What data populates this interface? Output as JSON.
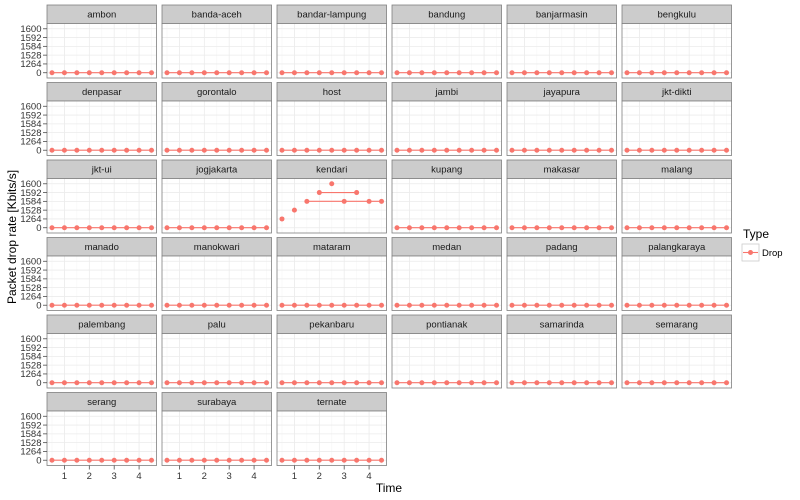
{
  "chart_data": {
    "type": "line",
    "markers": true,
    "xlabel": "Time",
    "ylabel": "Packet drop rate [Kbits/s]",
    "x": [
      0.5,
      1,
      1.5,
      2,
      2.5,
      3,
      3.5,
      4,
      4.5
    ],
    "x_ticks": [
      1,
      2,
      3,
      4
    ],
    "xlim": [
      0.5,
      4.5
    ],
    "y_scale": "discrete",
    "y_levels": [
      0,
      1264,
      1528,
      1584,
      1592,
      1600
    ],
    "grid": true,
    "legend": {
      "title": "Type",
      "position": "right"
    },
    "series": [
      {
        "name": "Drop",
        "color": "#F8766D"
      }
    ],
    "facets": [
      {
        "name": "ambon",
        "values": [
          0,
          0,
          0,
          0,
          0,
          0,
          0,
          0,
          0
        ]
      },
      {
        "name": "banda-aceh",
        "values": [
          0,
          0,
          0,
          0,
          0,
          0,
          0,
          0,
          0
        ]
      },
      {
        "name": "bandar-lampung",
        "values": [
          0,
          0,
          0,
          0,
          0,
          0,
          0,
          0,
          0
        ]
      },
      {
        "name": "bandung",
        "values": [
          0,
          0,
          0,
          0,
          0,
          0,
          0,
          0,
          0
        ]
      },
      {
        "name": "banjarmasin",
        "values": [
          0,
          0,
          0,
          0,
          0,
          0,
          0,
          0,
          0
        ]
      },
      {
        "name": "bengkulu",
        "values": [
          0,
          0,
          0,
          0,
          0,
          0,
          0,
          0,
          0
        ]
      },
      {
        "name": "denpasar",
        "values": [
          0,
          0,
          0,
          0,
          0,
          0,
          0,
          0,
          0
        ]
      },
      {
        "name": "gorontalo",
        "values": [
          0,
          0,
          0,
          0,
          0,
          0,
          0,
          0,
          0
        ]
      },
      {
        "name": "host",
        "values": [
          0,
          0,
          0,
          0,
          0,
          0,
          0,
          0,
          0
        ]
      },
      {
        "name": "jambi",
        "values": [
          0,
          0,
          0,
          0,
          0,
          0,
          0,
          0,
          0
        ]
      },
      {
        "name": "jayapura",
        "values": [
          0,
          0,
          0,
          0,
          0,
          0,
          0,
          0,
          0
        ]
      },
      {
        "name": "jkt-dikti",
        "values": [
          0,
          0,
          0,
          0,
          0,
          0,
          0,
          0,
          0
        ]
      },
      {
        "name": "jkt-ui",
        "values": [
          0,
          0,
          0,
          0,
          0,
          0,
          0,
          0,
          0
        ]
      },
      {
        "name": "jogjakarta",
        "values": [
          0,
          0,
          0,
          0,
          0,
          0,
          0,
          0,
          0
        ]
      },
      {
        "name": "kendari",
        "values": [
          1264,
          1528,
          1584,
          1592,
          1600,
          1584,
          1592,
          1584,
          1584
        ]
      },
      {
        "name": "kupang",
        "values": [
          0,
          0,
          0,
          0,
          0,
          0,
          0,
          0,
          0
        ]
      },
      {
        "name": "makasar",
        "values": [
          0,
          0,
          0,
          0,
          0,
          0,
          0,
          0,
          0
        ]
      },
      {
        "name": "malang",
        "values": [
          0,
          0,
          0,
          0,
          0,
          0,
          0,
          0,
          0
        ]
      },
      {
        "name": "manado",
        "values": [
          0,
          0,
          0,
          0,
          0,
          0,
          0,
          0,
          0
        ]
      },
      {
        "name": "manokwari",
        "values": [
          0,
          0,
          0,
          0,
          0,
          0,
          0,
          0,
          0
        ]
      },
      {
        "name": "mataram",
        "values": [
          0,
          0,
          0,
          0,
          0,
          0,
          0,
          0,
          0
        ]
      },
      {
        "name": "medan",
        "values": [
          0,
          0,
          0,
          0,
          0,
          0,
          0,
          0,
          0
        ]
      },
      {
        "name": "padang",
        "values": [
          0,
          0,
          0,
          0,
          0,
          0,
          0,
          0,
          0
        ]
      },
      {
        "name": "palangkaraya",
        "values": [
          0,
          0,
          0,
          0,
          0,
          0,
          0,
          0,
          0
        ]
      },
      {
        "name": "palembang",
        "values": [
          0,
          0,
          0,
          0,
          0,
          0,
          0,
          0,
          0
        ]
      },
      {
        "name": "palu",
        "values": [
          0,
          0,
          0,
          0,
          0,
          0,
          0,
          0,
          0
        ]
      },
      {
        "name": "pekanbaru",
        "values": [
          0,
          0,
          0,
          0,
          0,
          0,
          0,
          0,
          0
        ]
      },
      {
        "name": "pontianak",
        "values": [
          0,
          0,
          0,
          0,
          0,
          0,
          0,
          0,
          0
        ]
      },
      {
        "name": "samarinda",
        "values": [
          0,
          0,
          0,
          0,
          0,
          0,
          0,
          0,
          0
        ]
      },
      {
        "name": "semarang",
        "values": [
          0,
          0,
          0,
          0,
          0,
          0,
          0,
          0,
          0
        ]
      },
      {
        "name": "serang",
        "values": [
          0,
          0,
          0,
          0,
          0,
          0,
          0,
          0,
          0
        ]
      },
      {
        "name": "surabaya",
        "values": [
          0,
          0,
          0,
          0,
          0,
          0,
          0,
          0,
          0
        ]
      },
      {
        "name": "ternate",
        "values": [
          0,
          0,
          0,
          0,
          0,
          0,
          0,
          0,
          0
        ]
      }
    ]
  }
}
